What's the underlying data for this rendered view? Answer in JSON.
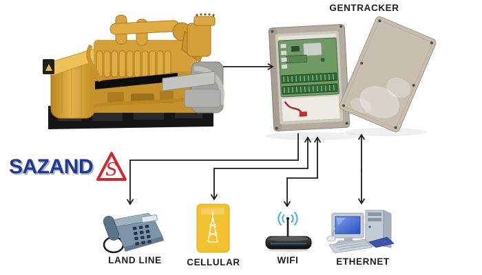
{
  "diagram": {
    "title": "GENTRACKER",
    "background": "#ffffff"
  },
  "logo": {
    "text": "SAZAND",
    "mark": "S",
    "text_color": "#21398f",
    "mark_color": "#d8232a"
  },
  "nodes": {
    "generator": {
      "name": "generator",
      "icon": "generator-icon"
    },
    "gentracker": {
      "label": "GENTRACKER",
      "icon": "enclosure-circuit-board-icon"
    },
    "endpoints": [
      {
        "id": "land-line",
        "label": "LAND LINE",
        "icon": "telephone-icon"
      },
      {
        "id": "cellular",
        "label": "CELLULAR",
        "icon": "cell-tower-card-icon"
      },
      {
        "id": "wifi",
        "label": "WIFI",
        "icon": "wifi-router-icon"
      },
      {
        "id": "ethernet",
        "label": "ETHERNET",
        "icon": "desktop-computer-icon"
      }
    ]
  },
  "connections": [
    {
      "from": "generator",
      "to": "gentracker",
      "arrows": "one-way"
    },
    {
      "from": "gentracker",
      "to": "land-line",
      "arrows": "one-way"
    },
    {
      "from": "gentracker",
      "to": "cellular",
      "arrows": "two-way"
    },
    {
      "from": "gentracker",
      "to": "wifi",
      "arrows": "two-way"
    },
    {
      "from": "gentracker",
      "to": "ethernet",
      "arrows": "two-way"
    }
  ],
  "colors": {
    "generator_yellow": "#d9a43e",
    "enclosure_gray": "#b3aca0",
    "lid_beige": "#c7beb0",
    "pcb_green": "#6f9a66",
    "cellular_yellow": "#f2c230",
    "wifi_blue": "#49b4e2",
    "arrow": "#1a1a1a"
  }
}
